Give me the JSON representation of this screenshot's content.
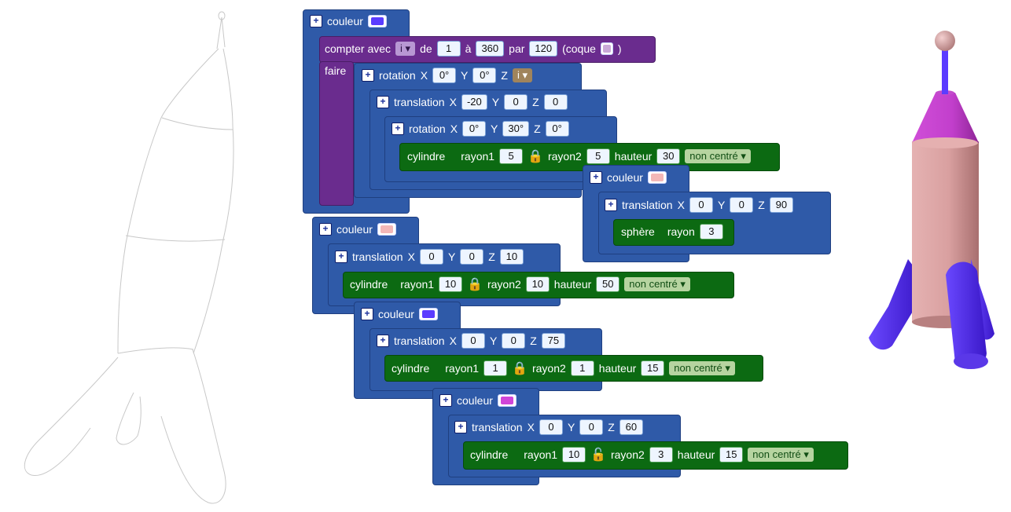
{
  "colors": {
    "violet": "#5b3cff",
    "pink": "#f3b7b7",
    "magenta": "#d045d8",
    "blue": "#2f5aa8",
    "purple": "#6a2c8e",
    "green": "#0c6a12"
  },
  "blocks": {
    "couleur_label": "couleur",
    "loop": {
      "count_label": "compter avec",
      "var": "i",
      "from_label": "de",
      "from": "1",
      "to_label": "à",
      "to": "360",
      "step_label": "par",
      "step": "120",
      "hull_label": "(coque",
      "hull_end": ")",
      "do_label": "faire"
    },
    "rotation_label": "rotation",
    "translation_label": "translation",
    "X": "X",
    "Y": "Y",
    "Z": "Z",
    "rot1": {
      "x": "0°",
      "y": "0°",
      "z": "i"
    },
    "tr1": {
      "x": "-20",
      "y": "0",
      "z": "0"
    },
    "rot2": {
      "x": "0°",
      "y": "30°",
      "z": "0°"
    },
    "cyl_label": "cylindre",
    "rayon1_label": "rayon1",
    "rayon2_label": "rayon2",
    "hauteur_label": "hauteur",
    "centre_option": "non centré",
    "cyl1": {
      "r1": "5",
      "r2": "5",
      "h": "30"
    },
    "tr2": {
      "x": "0",
      "y": "0",
      "z": "90"
    },
    "sphere_label": "sphère",
    "rayon_label": "rayon",
    "sphere": {
      "r": "3"
    },
    "tr3": {
      "x": "0",
      "y": "0",
      "z": "10"
    },
    "cyl2": {
      "r1": "10",
      "r2": "10",
      "h": "50"
    },
    "tr4": {
      "x": "0",
      "y": "0",
      "z": "75"
    },
    "cyl3": {
      "r1": "1",
      "r2": "1",
      "h": "15"
    },
    "tr5": {
      "x": "0",
      "y": "0",
      "z": "60"
    },
    "cyl4": {
      "r1": "10",
      "r2": "3",
      "h": "15"
    }
  }
}
